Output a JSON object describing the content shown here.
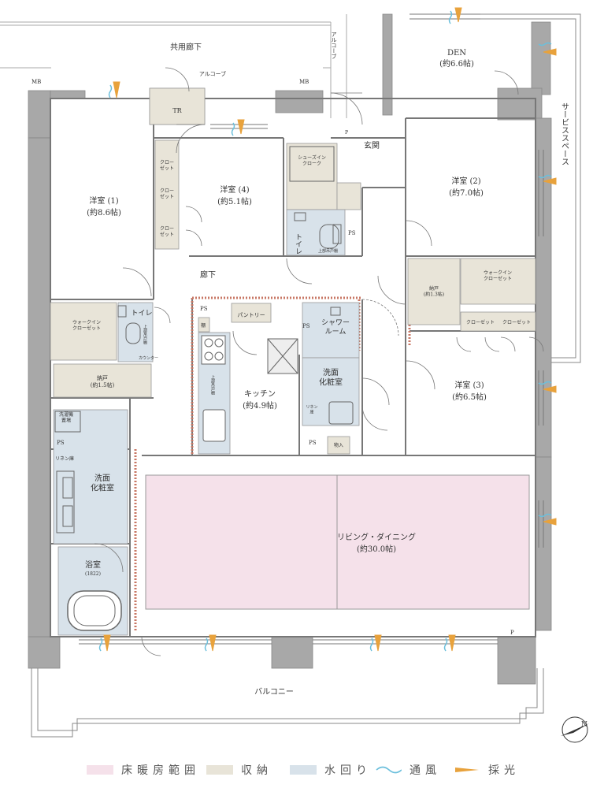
{
  "plan": {
    "corridor_common": "共用廊下",
    "alcove_top": "アルコーブ",
    "alcove_side": "アルコーブ",
    "mb_left": "MB",
    "mb_right": "MB",
    "tr": "TR",
    "den_name": "DEN",
    "den_size": "(約6.6帖)",
    "genkan": "玄関",
    "service_space": "サービススペース",
    "room1_name": "洋室 (1)",
    "room1_size": "(約8.6帖)",
    "room4_name": "洋室 (4)",
    "room4_size": "(約5.1帖)",
    "room2_name": "洋室 (2)",
    "room2_size": "(約7.0帖)",
    "room3_name": "洋室 (3)",
    "room3_size": "(約6.5帖)",
    "closet": "クローゼット",
    "closet_stacked": "クロー\nゼット",
    "shoes_closet": "シューズイン\nクローク",
    "toilet": "トイレ",
    "upper_shelf": "上部吊戸棚",
    "ps": "PS",
    "p": "P",
    "corridor": "廊下",
    "walkin_left": "ウォークイン\nクローゼット",
    "walkin_right": "ウォークイン\nクローゼット",
    "storage_small": "納戸\n(約1.3帖)",
    "storage_large": "納戸\n(約1.5帖)",
    "counter": "カウンター",
    "pantry": "パントリー",
    "shelf": "棚",
    "shower_room": "シャワー\nルーム",
    "washroom": "洗面\n化粧室",
    "linen": "リネン\n庫",
    "linen_inline": "リネン庫",
    "kitchen_name": "キッチン",
    "kitchen_size": "(約4.9帖)",
    "upper_shelf_kitchen": "上部吊戸棚",
    "storage_mono": "物入",
    "laundry": "洗濯機\n置場",
    "bath_name": "浴室",
    "bath_size": "(1822)",
    "living_name": "リビング・ダイニング",
    "living_size": "(約30.0帖)",
    "balcony": "バルコニー"
  },
  "legend": {
    "items": [
      {
        "label": "床暖房範囲",
        "color": "#f5e1ea"
      },
      {
        "label": "収納",
        "color": "#e8e4d8"
      },
      {
        "label": "水回り",
        "color": "#d8e2ea"
      },
      {
        "label": "通風",
        "color": "#6bbfdc"
      },
      {
        "label": "採光",
        "color": "#e8a23c"
      }
    ]
  },
  "colors": {
    "floor_heating": "#f5e1ea",
    "storage": "#e8e4d8",
    "water": "#d8e2ea",
    "wall": "#9a9a9a",
    "wind": "#6bbfdc",
    "light": "#e8a23c",
    "sash_pattern": "#c87866"
  },
  "icons": {
    "compass": "north-arrow-icon",
    "wind": "ventilation-wave-icon",
    "light": "daylight-arrow-icon"
  }
}
